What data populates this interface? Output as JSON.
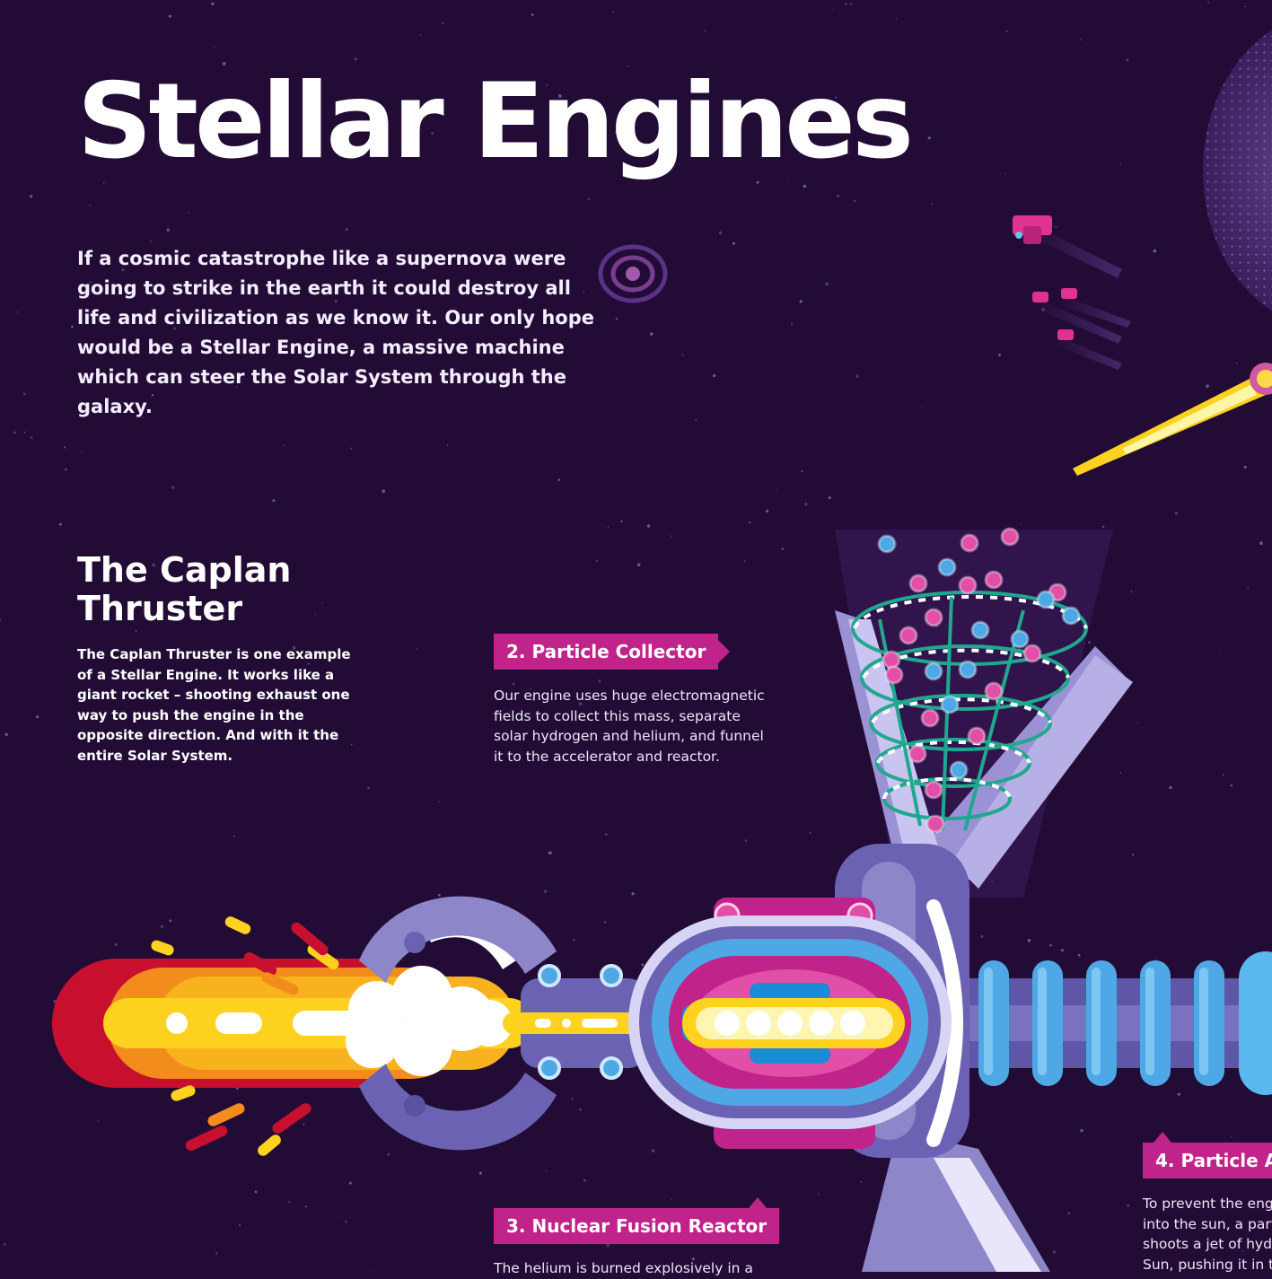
{
  "header": {
    "title": "Stellar Engines",
    "intro": "If a cosmic catastrophe like a supernova were going to strike in the earth it could destroy all life and civilization as we know it. Our only hope would be a Stellar Engine, a massive machine which can steer the Solar System through the galaxy."
  },
  "section": {
    "heading_line1": "The Caplan",
    "heading_line2": "Thruster",
    "body": "The Caplan Thruster is one example of a Stellar Engine. It works like a giant rocket – shooting exhaust one way to push the engine in the opposite direction. And with it the entire Solar System."
  },
  "labels": [
    {
      "tag": "2. Particle Collector",
      "text": "Our engine uses huge electromagnetic fields to collect this mass, separate solar hydrogen and helium, and funnel it to the accelerator and reactor."
    },
    {
      "tag": "3. Nuclear Fusion Reactor",
      "text": "The helium is burned explosively in a"
    },
    {
      "tag": "4. Particle A",
      "text_lines": [
        "To prevent the eng",
        "into the sun, a part",
        "shoots a jet of hyd",
        "Sun, pushing it in th"
      ]
    }
  ],
  "colors": {
    "background": "#220c36",
    "tag": "#c0238a",
    "flame_yellow": "#ffd21f",
    "flame_orange": "#f28c1c",
    "flame_red": "#c8102e",
    "hull_lavender": "#8d86c9",
    "ring_blue": "#4fa8e6",
    "collector_teal": "#1fa88f"
  },
  "icons": [
    "galaxy-spiral-icon",
    "spaceship-icon",
    "comet-icon",
    "dyson-sphere-icon",
    "particle-icon"
  ]
}
